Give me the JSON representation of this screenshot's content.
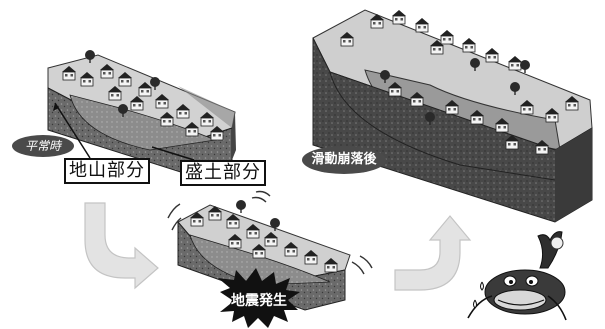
{
  "labels": {
    "normal_time": "平常時",
    "original_ground": "地山部分",
    "fill_section": "盛土部分",
    "after_landslide": "滑動崩落後",
    "earthquake": "地震発生"
  },
  "colors": {
    "ground_face": "#6e6e6e",
    "ground_dark": "#3d3d3d",
    "top_surface": "#cfcfcf",
    "arrow_fill": "#e2e2e2",
    "label_pill": "#4a4a4a"
  },
  "icons": [
    "house-icon",
    "tree-icon",
    "catfish-icon",
    "curved-arrow-icon",
    "burst-icon"
  ]
}
